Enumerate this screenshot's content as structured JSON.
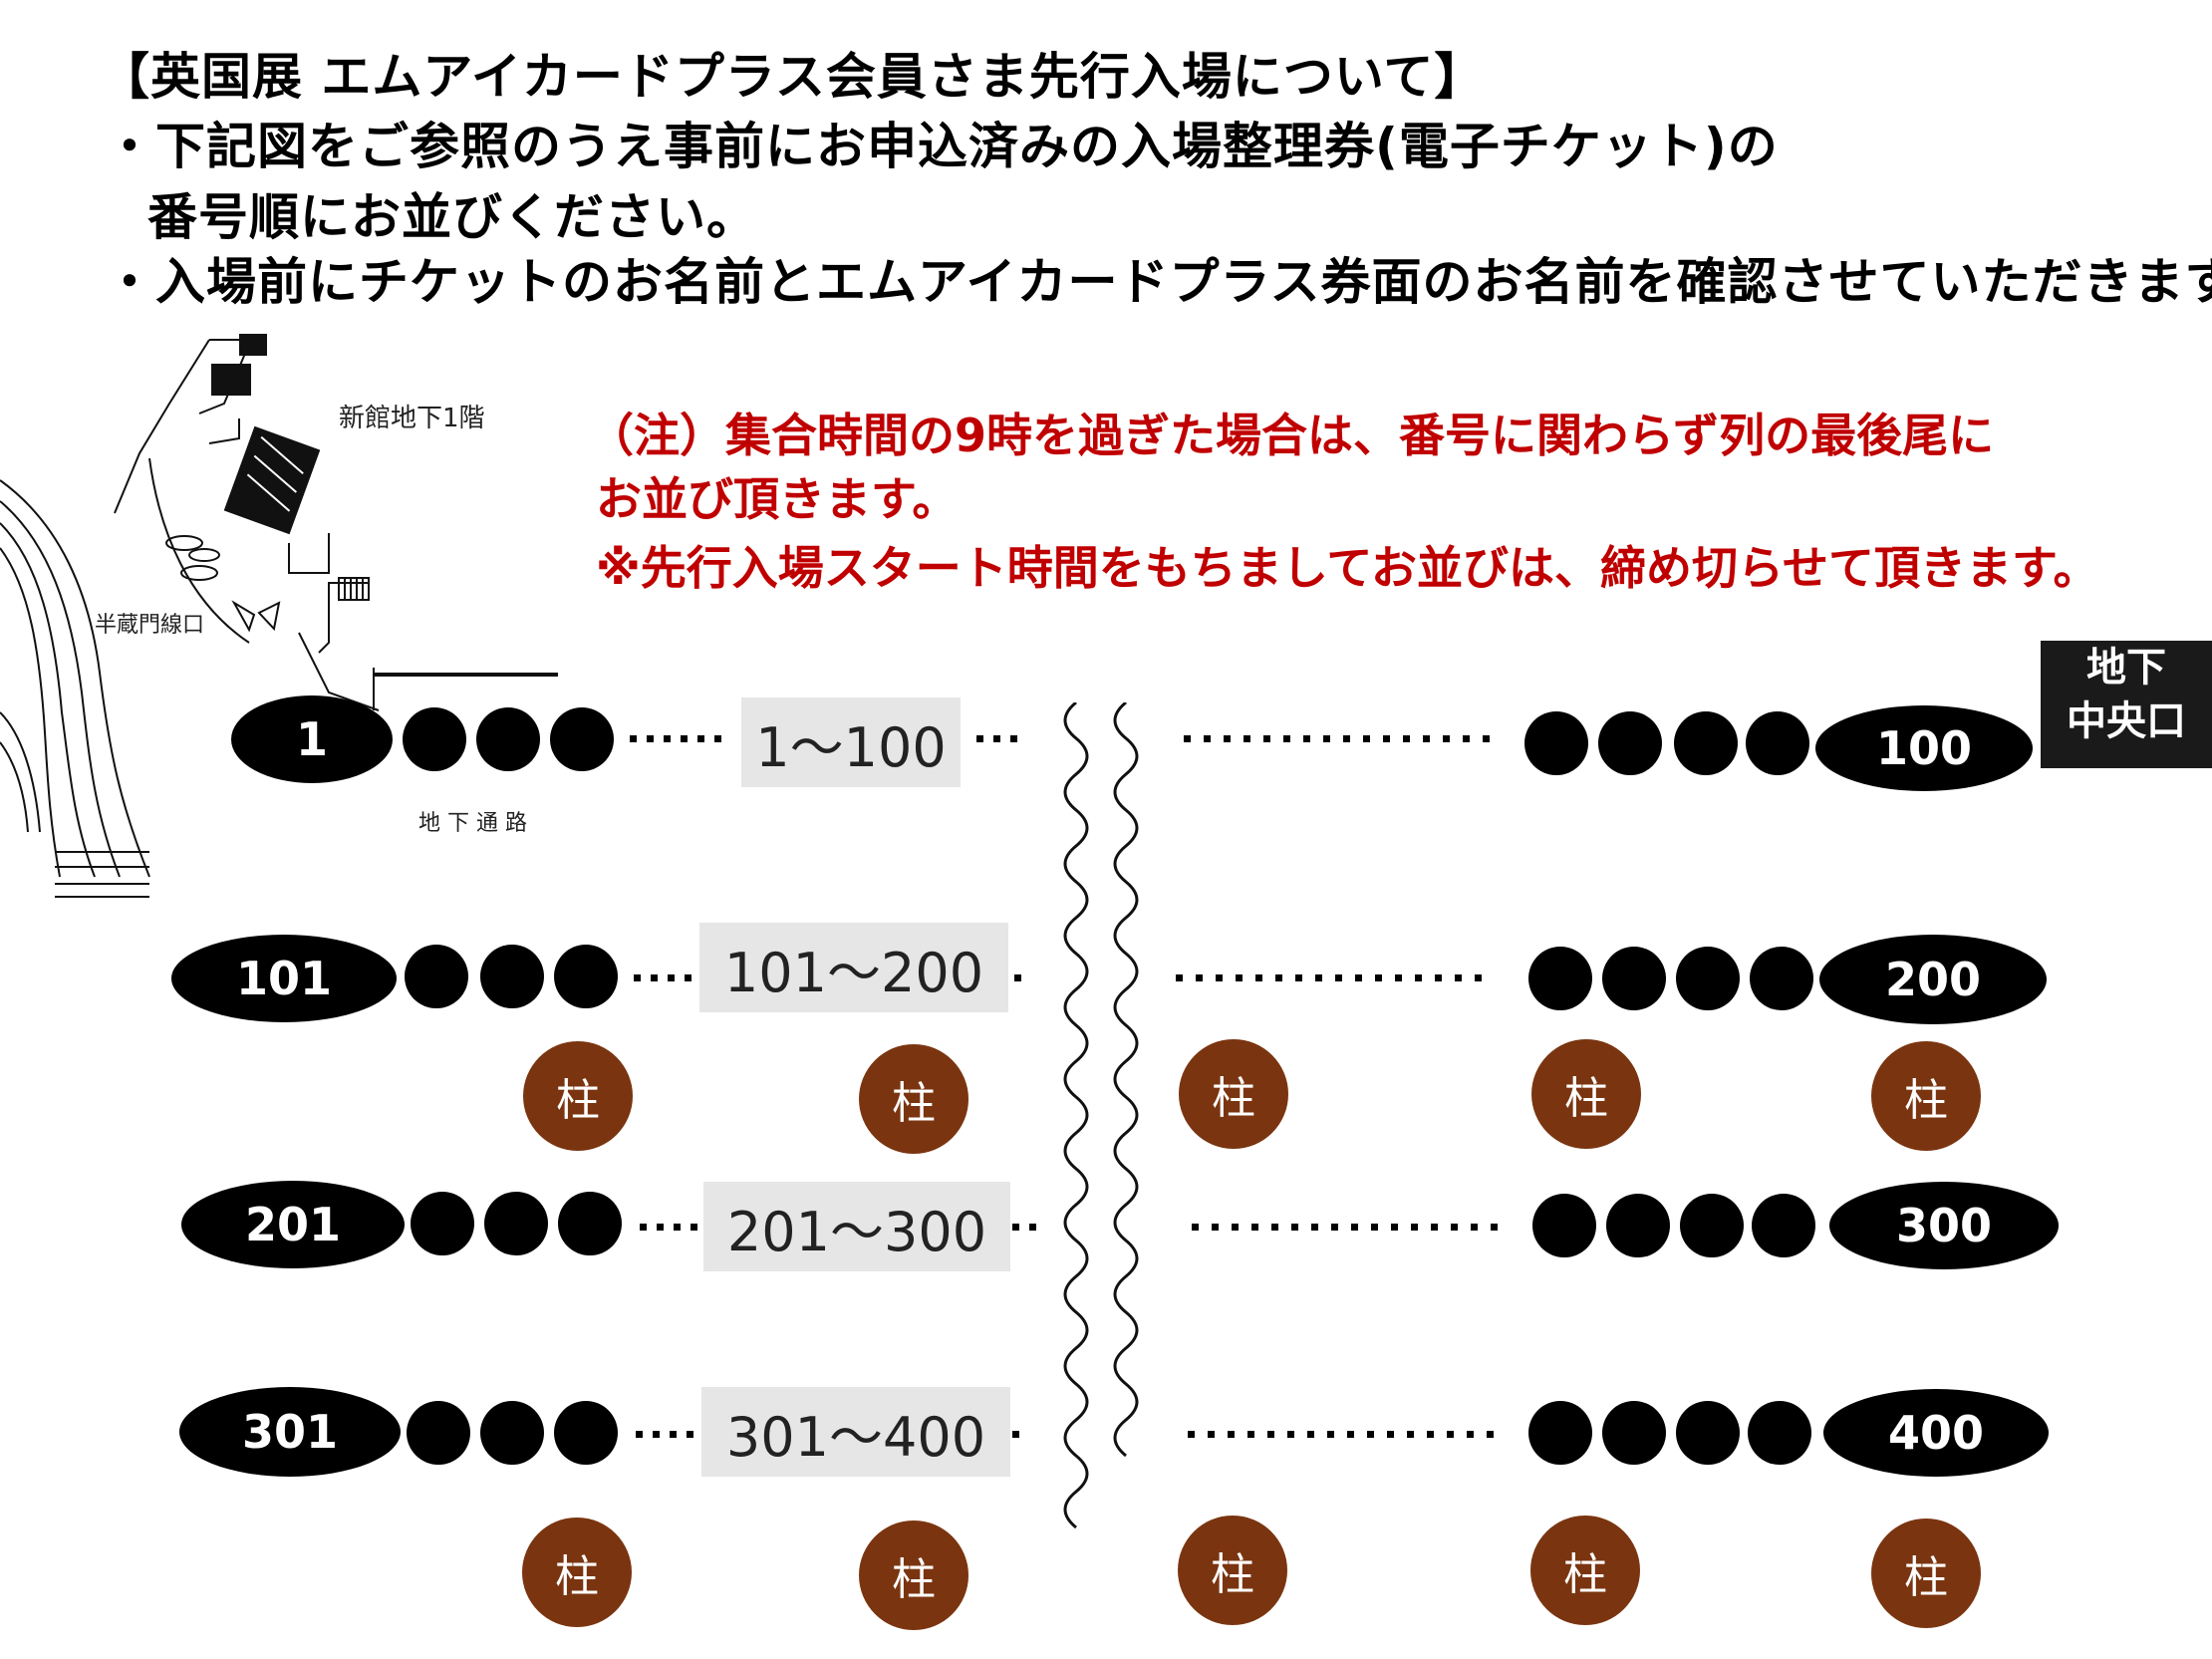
{
  "header": {
    "title": "【英国展 エムアイカードプラス会員さま先行入場について】",
    "line1": "・下記図をご参照のうえ事前にお申込済みの入場整理券(電子チケット)の",
    "line2": "番号順にお並びください。",
    "line3": "・入場前にチケットのお名前とエムアイカードプラス券面のお名前を確認させていただきます。"
  },
  "notice": {
    "line1": "（注）集合時間の9時を過ぎた場合は、番号に関わらず列の最後尾に",
    "line2": "お並び頂きます。",
    "line3": "※先行入場スタート時間をもちましてお並びは、締め切らせて頂きます。",
    "color": "#c00000"
  },
  "map": {
    "floor_label": "新館地下1階",
    "line_label": "半蔵門線口",
    "passage_label": "地 下 通 路"
  },
  "exit": {
    "line1": "地下",
    "line2": "中央口"
  },
  "queue": {
    "rows": [
      {
        "start": "1",
        "end": "100",
        "range": "1～100"
      },
      {
        "start": "101",
        "end": "200",
        "range": "101～200"
      },
      {
        "start": "201",
        "end": "300",
        "range": "201～300"
      },
      {
        "start": "301",
        "end": "400",
        "range": "301～400"
      }
    ],
    "pillar_label": "柱",
    "pillar_color": "#7a3510"
  }
}
